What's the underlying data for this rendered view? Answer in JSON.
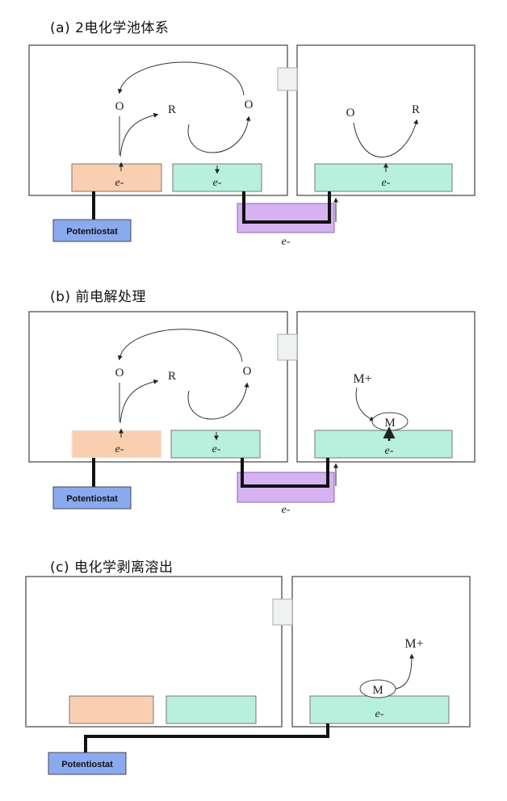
{
  "panels": [
    {
      "title": "(a) 2电化学池体系",
      "potentiostat_label": "Potentiostat",
      "left_cell": {
        "species_left": "O",
        "species_mid": "R",
        "species_right": "O",
        "electron_left": "e-",
        "electron_mid": "e-"
      },
      "right_cell": {
        "species_left": "O",
        "species_right": "R",
        "electron": "e-"
      },
      "salt_bridge_electron": "e-"
    },
    {
      "title": "(b) 前电解处理",
      "potentiostat_label": "Potentiostat",
      "left_cell": {
        "species_left": "O",
        "species_mid": "R",
        "species_right": "O",
        "electron_left": "e-",
        "electron_mid": "e-"
      },
      "right_cell": {
        "ion": "M+",
        "deposit": "M",
        "electron": "e-"
      },
      "salt_bridge_electron": "e-"
    },
    {
      "title": "(c) 电化学剥离溶出",
      "potentiostat_label": "Potentiostat",
      "right_cell": {
        "ion": "M+",
        "deposit": "M",
        "electron": "e-"
      }
    }
  ],
  "colors": {
    "orange_electrode": "#f9cfb0",
    "green_electrode": "#b8f0de",
    "potentiostat_box": "#8aaaf0",
    "connector_purple": "#d6b2f2",
    "outline": "#666666"
  }
}
